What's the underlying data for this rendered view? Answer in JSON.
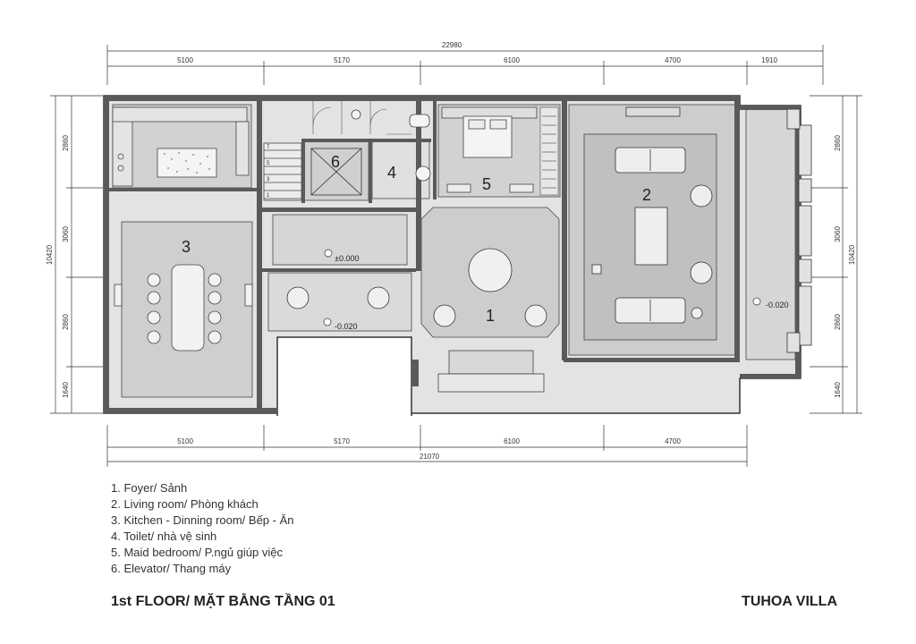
{
  "dimensions": {
    "top_total": "22980",
    "top_segments": [
      "5100",
      "5170",
      "6100",
      "4700",
      "1910"
    ],
    "bottom_segments": [
      "5100",
      "5170",
      "6100",
      "4700"
    ],
    "bottom_total": "21070",
    "left_total": "10420",
    "left_segments": [
      "2860",
      "3060",
      "2860",
      "1640"
    ],
    "right_total": "10420",
    "right_segments": [
      "2860",
      "3060",
      "2860",
      "1640"
    ]
  },
  "rooms": [
    "1",
    "2",
    "3",
    "4",
    "5",
    "6"
  ],
  "levels": [
    "±0.000",
    "-0.020",
    "-0.020"
  ],
  "stair_steps": [
    "7",
    "5",
    "3",
    "1"
  ],
  "legend": [
    "1. Foyer/ Sảnh",
    "2. Living room/ Phòng khách",
    "3. Kitchen - Dinning room/ Bếp - Ăn",
    "4. Toilet/ nhà vệ sinh",
    "5. Maid bedroom/ P.ngủ giúp việc",
    "6. Elevator/ Thang máy"
  ],
  "floor_title": "1st FLOOR/ MẶT BẰNG TẦNG 01",
  "project_title": "TUHOA VILLA",
  "colors": {
    "wall": "#555555",
    "floor": "#c8c8c8",
    "outside": "#e6e6e6",
    "line": "#333333"
  }
}
